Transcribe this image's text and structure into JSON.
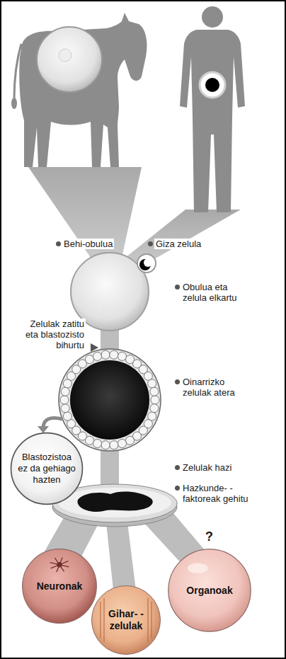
{
  "diagram": {
    "nodes": [
      {
        "text": [
          "Blastozistoa ez da gehiago hazten"
        ]
      },
      {
        "text": [
          "Neuronak"
        ]
      },
      {
        "text": [
          "Gihar- -zelulak"
        ]
      },
      {
        "text": [
          "Organoak"
        ]
      }
    ],
    "labels": [
      "Behi-obulua",
      "Giza zelula",
      "Obulua eta zelula elkartu",
      "Zelulak zatitu eta blastozisto bihurtu",
      "Oinarrizko zelulak atera",
      "Zelulak hazi",
      "Hazkunde- -faktoreak gehitu",
      "?"
    ]
  }
}
